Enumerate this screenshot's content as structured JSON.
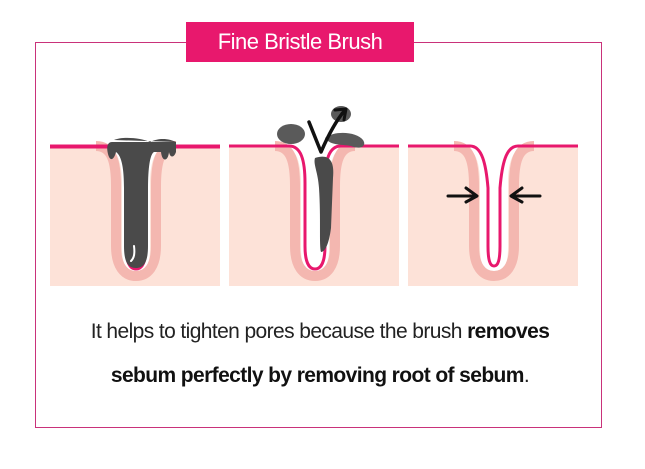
{
  "title": "Fine Bristle Brush",
  "caption": {
    "line1_plain": "It helps to tighten pores because the brush ",
    "line1_bold": "removes",
    "line2_bold": "sebum perfectly by removing root of sebum",
    "line2_end": "."
  },
  "colors": {
    "accent": "#e8186d",
    "skin": "#fde2d8",
    "skin_shadow": "#f4b7b0",
    "sebum": "#4a4a4a"
  },
  "panels": [
    {
      "name": "pore-clogged-with-sebum",
      "icon": "clogged-pore-icon"
    },
    {
      "name": "brush-removing-sebum",
      "icon": "sebum-removal-icon"
    },
    {
      "name": "tightened-pore",
      "icon": "tightened-pore-icon"
    }
  ]
}
